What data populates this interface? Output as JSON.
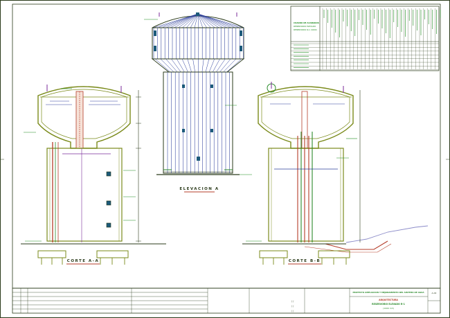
{
  "drawing": {
    "colors": {
      "frame": "#2a3a1a",
      "structure": "#7a8a1a",
      "pipe_red": "#b43c28",
      "pipe_blue": "#2a3c9a",
      "pipe_green": "#2a8a2a",
      "marker": "#1c5a7a",
      "terrain": "#8a8ac8",
      "accent_purple": "#7a2a9a",
      "text_green": "#1a8a1a"
    },
    "views": {
      "section_a": {
        "title": "CORTE A-A"
      },
      "elevation": {
        "title": "ELEVACION A"
      },
      "section_b": {
        "title": "CORTE B-B"
      }
    },
    "title_block": {
      "project_title": "PROYECTO AMPLIACION Y MEJORAMIENTO DEL SISTEMA DE AGUA",
      "sheet_title": "ARQUITECTURA",
      "sheet_subtitle": "RESERVORIO ELEVADO R-1",
      "scale_note": "(1000 m3)",
      "sheet_code": "A-02"
    },
    "legend": {
      "title": "CUADRO DE ACABADOS",
      "subtitle_1": "RESERVORIO ELEVADO",
      "subtitle_2": "RESERVORIO R-1 (1000)"
    }
  }
}
